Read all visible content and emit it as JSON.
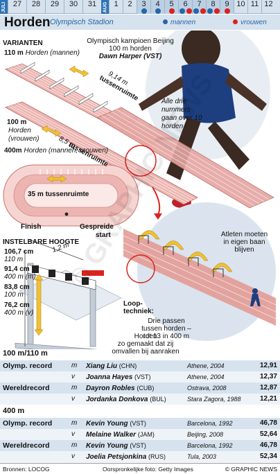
{
  "dates": {
    "month_jul": "JULI",
    "month_aug": "AUG",
    "days_jul": [
      "27",
      "28",
      "29",
      "30",
      "31"
    ],
    "days_aug": [
      "1",
      "2",
      "3",
      "4",
      "5",
      "6",
      "7",
      "8",
      "9",
      "10",
      "11",
      "12"
    ],
    "dots": {
      "3": [
        "blue"
      ],
      "4": [
        "blue"
      ],
      "5": [
        "red"
      ],
      "6": [
        "blue",
        "red"
      ],
      "7": [
        "blue",
        "red"
      ],
      "8": [
        "blue",
        "red"
      ],
      "9": [
        "red"
      ]
    }
  },
  "header": {
    "title": "Horden",
    "subtitle": "Olympisch Stadion",
    "legend_men": "mannen",
    "legend_women": "vrouwen"
  },
  "colors": {
    "blue": "#2566a8",
    "red": "#d9231c",
    "track": "#e9a9a5",
    "bg": "#d6e2ee"
  },
  "varianten": {
    "heading": "VARIANTEN",
    "m110_dist": "110 m",
    "m110_desc": "Horden (mannen)",
    "m110_gap_a": "9,14 m",
    "m110_gap_b": "tussenruimte",
    "m100_dist": "100 m",
    "m100_desc_a": "Horden",
    "m100_desc_b": "(vrouwen)",
    "m100_gap_a": "8,5 m",
    "m100_gap_b": "tussenruimte",
    "m400_dist": "400m",
    "m400_desc_a": "Horden (mannen, vrouwen)",
    "m400_gap": "35 m tussenruimte",
    "finish": "Finish",
    "start_a": "Gespreide",
    "start_b": "start",
    "all_three_a": "Alle drie",
    "all_three_b": "nummers",
    "all_three_c": "gaan over 10",
    "all_three_d": "horden"
  },
  "champion": {
    "line1": "Olympisch kampioen Beijing",
    "line2": "100 m horden",
    "name": "Dawn Harper (VST)"
  },
  "hoogte": {
    "heading": "INSTELBARE HOOGTE",
    "h1": "106,7 cm",
    "h1s": "110 m",
    "h2": "91,4 cm",
    "h2s": "400 m (m)",
    "h3": "83,8 cm",
    "h3s": "100 m",
    "h4": "76,2 cm",
    "h4s": "400 m (v)",
    "width": "1,2 m",
    "horden_a": "Horden",
    "horden_b": "zo gemaakt dat zij",
    "horden_c": "omvallen bij aanraken"
  },
  "lane": {
    "a": "Atleten moeten",
    "b": "in eigen baan",
    "c": "blijven"
  },
  "loop": {
    "title_a": "Loop-",
    "title_b": "techniek:",
    "l1": "Drie passen",
    "l2": "tussen horden –",
    "l3": "tot 13 in 400 m"
  },
  "table": {
    "sec1": "100 m/110 m",
    "sec2": "400 m",
    "rows1": [
      {
        "cat": "Olymp. record",
        "g": "m",
        "name": "Xiang Liu",
        "nat": "(CHN)",
        "place": "Athene, 2004",
        "time": "12,91"
      },
      {
        "cat": "",
        "g": "v",
        "name": "Joanna Hayes",
        "nat": "(VST)",
        "place": "Athene, 2004",
        "time": "12,37"
      },
      {
        "cat": "Wereldrecord",
        "g": "m",
        "name": "Dayron Robles",
        "nat": "(CUB)",
        "place": "Ostrava, 2008",
        "time": "12,87"
      },
      {
        "cat": "",
        "g": "v",
        "name": "Jordanka Donkova",
        "nat": "(BUL)",
        "place": "Stara Zagora, 1988",
        "time": "12,21"
      }
    ],
    "rows2": [
      {
        "cat": "Olymp. record",
        "g": "m",
        "name": "Kevin Young",
        "nat": "(VST)",
        "place": "Barcelona, 1992",
        "time": "46,78"
      },
      {
        "cat": "",
        "g": "v",
        "name": "Melaine Walker",
        "nat": "(JAM)",
        "place": "Beijing, 2008",
        "time": "52,64"
      },
      {
        "cat": "Wereldrecord",
        "g": "m",
        "name": "Kevin Young",
        "nat": "(VST)",
        "place": "Barcelona, 1992",
        "time": "46,78"
      },
      {
        "cat": "",
        "g": "v",
        "name": "Joelia Petsjonkina",
        "nat": "(RUS)",
        "place": "Tula, 2003",
        "time": "52,34"
      }
    ]
  },
  "footer": {
    "sources": "Bronnen: LOCOG",
    "photo": "Oorspronkelijke foto: Getty Images",
    "credit": "© GRAPHIC NEWS"
  },
  "watermark": "© GRAPHIC NEWS",
  "icons": {
    "dot": "circle",
    "arrow": "double-arrow"
  }
}
